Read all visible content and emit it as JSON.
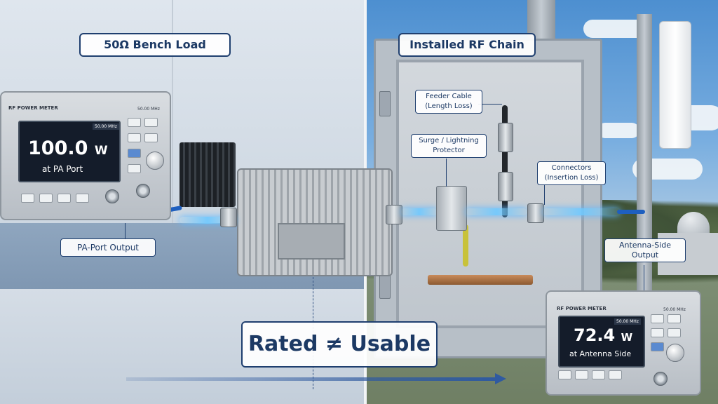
{
  "left_panel": {
    "title": "50Ω Bench Load",
    "meter": {
      "title": "RF POWER METER",
      "freq_top": "50.00 MHz",
      "screen_freq": "50.00 MHz",
      "value": "100.0",
      "unit": "W",
      "caption": "at PA Port"
    },
    "callout": "PA-Port Output"
  },
  "right_panel": {
    "title": "Installed RF Chain",
    "callouts": {
      "feeder_line1": "Feeder Cable",
      "feeder_line2": "(Length Loss)",
      "surge_line1": "Surge / Lightning",
      "surge_line2": "Protector",
      "connectors_line1": "Connectors",
      "connectors_line2": "(Insertion Loss)",
      "antenna_line1": "Antenna-Side",
      "antenna_line2": "Output"
    },
    "meter": {
      "title": "RF POWER METER",
      "freq_top": "50.00 MHz",
      "screen_freq": "50.00 MHz",
      "value": "72.4",
      "unit": "W",
      "caption": "at Antenna Side"
    }
  },
  "headline": "Rated ≠ Usable",
  "colors": {
    "label_border": "#1f3f6f",
    "label_text": "#1c3964",
    "signal_glow": "#60b8ff",
    "coax_blue": "#1e5fbf",
    "arrow": "#2f5aa0"
  },
  "icons": [
    "meter-knob-icon",
    "rf-port-icon",
    "flow-arrow-icon",
    "ground-bar-icon"
  ]
}
